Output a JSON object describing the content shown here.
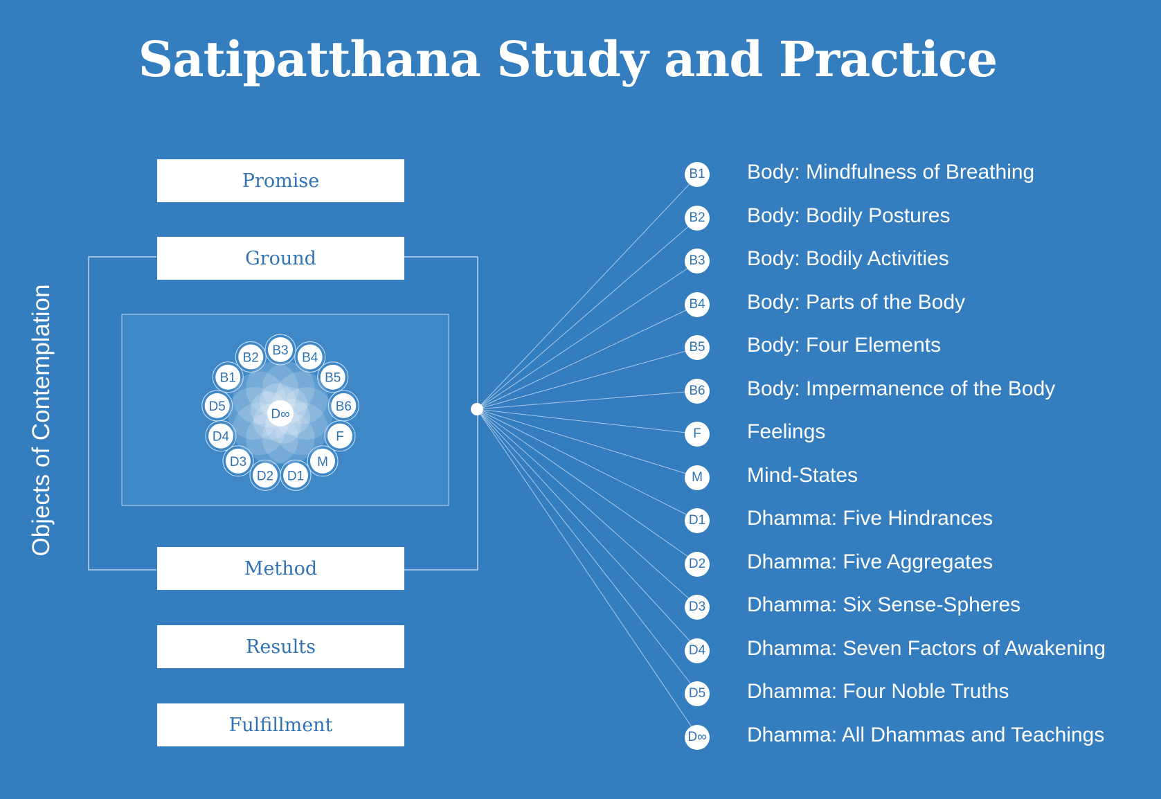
{
  "title": "Satipatthana Study and Practice",
  "side_label": "Objects of Contemplation",
  "colors": {
    "background": "#347dbf",
    "box_text": "#2f73b4",
    "white": "#ffffff"
  },
  "stages": [
    {
      "label": "Promise"
    },
    {
      "label": "Ground"
    },
    {
      "label": "Method"
    },
    {
      "label": "Results"
    },
    {
      "label": "Fulfillment"
    }
  ],
  "center_node": "D∞",
  "wheel_nodes": [
    "B1",
    "B2",
    "B3",
    "B4",
    "B5",
    "B6",
    "F",
    "M",
    "D1",
    "D2",
    "D3",
    "D4",
    "D5"
  ],
  "legend": [
    {
      "code": "B1",
      "label": "Body: Mindfulness of Breathing"
    },
    {
      "code": "B2",
      "label": "Body: Bodily Postures"
    },
    {
      "code": "B3",
      "label": "Body: Bodily Activities"
    },
    {
      "code": "B4",
      "label": "Body: Parts of the Body"
    },
    {
      "code": "B5",
      "label": "Body: Four Elements"
    },
    {
      "code": "B6",
      "label": "Body: Impermanence of the Body"
    },
    {
      "code": "F",
      "label": "Feelings"
    },
    {
      "code": "M",
      "label": "Mind-States"
    },
    {
      "code": "D1",
      "label": "Dhamma: Five Hindrances"
    },
    {
      "code": "D2",
      "label": "Dhamma: Five Aggregates"
    },
    {
      "code": "D3",
      "label": "Dhamma: Six Sense-Spheres"
    },
    {
      "code": "D4",
      "label": "Dhamma: Seven Factors of Awakening"
    },
    {
      "code": "D5",
      "label": "Dhamma: Four Noble Truths"
    },
    {
      "code": "D∞",
      "label": "Dhamma: All Dhammas and Teachings"
    }
  ]
}
